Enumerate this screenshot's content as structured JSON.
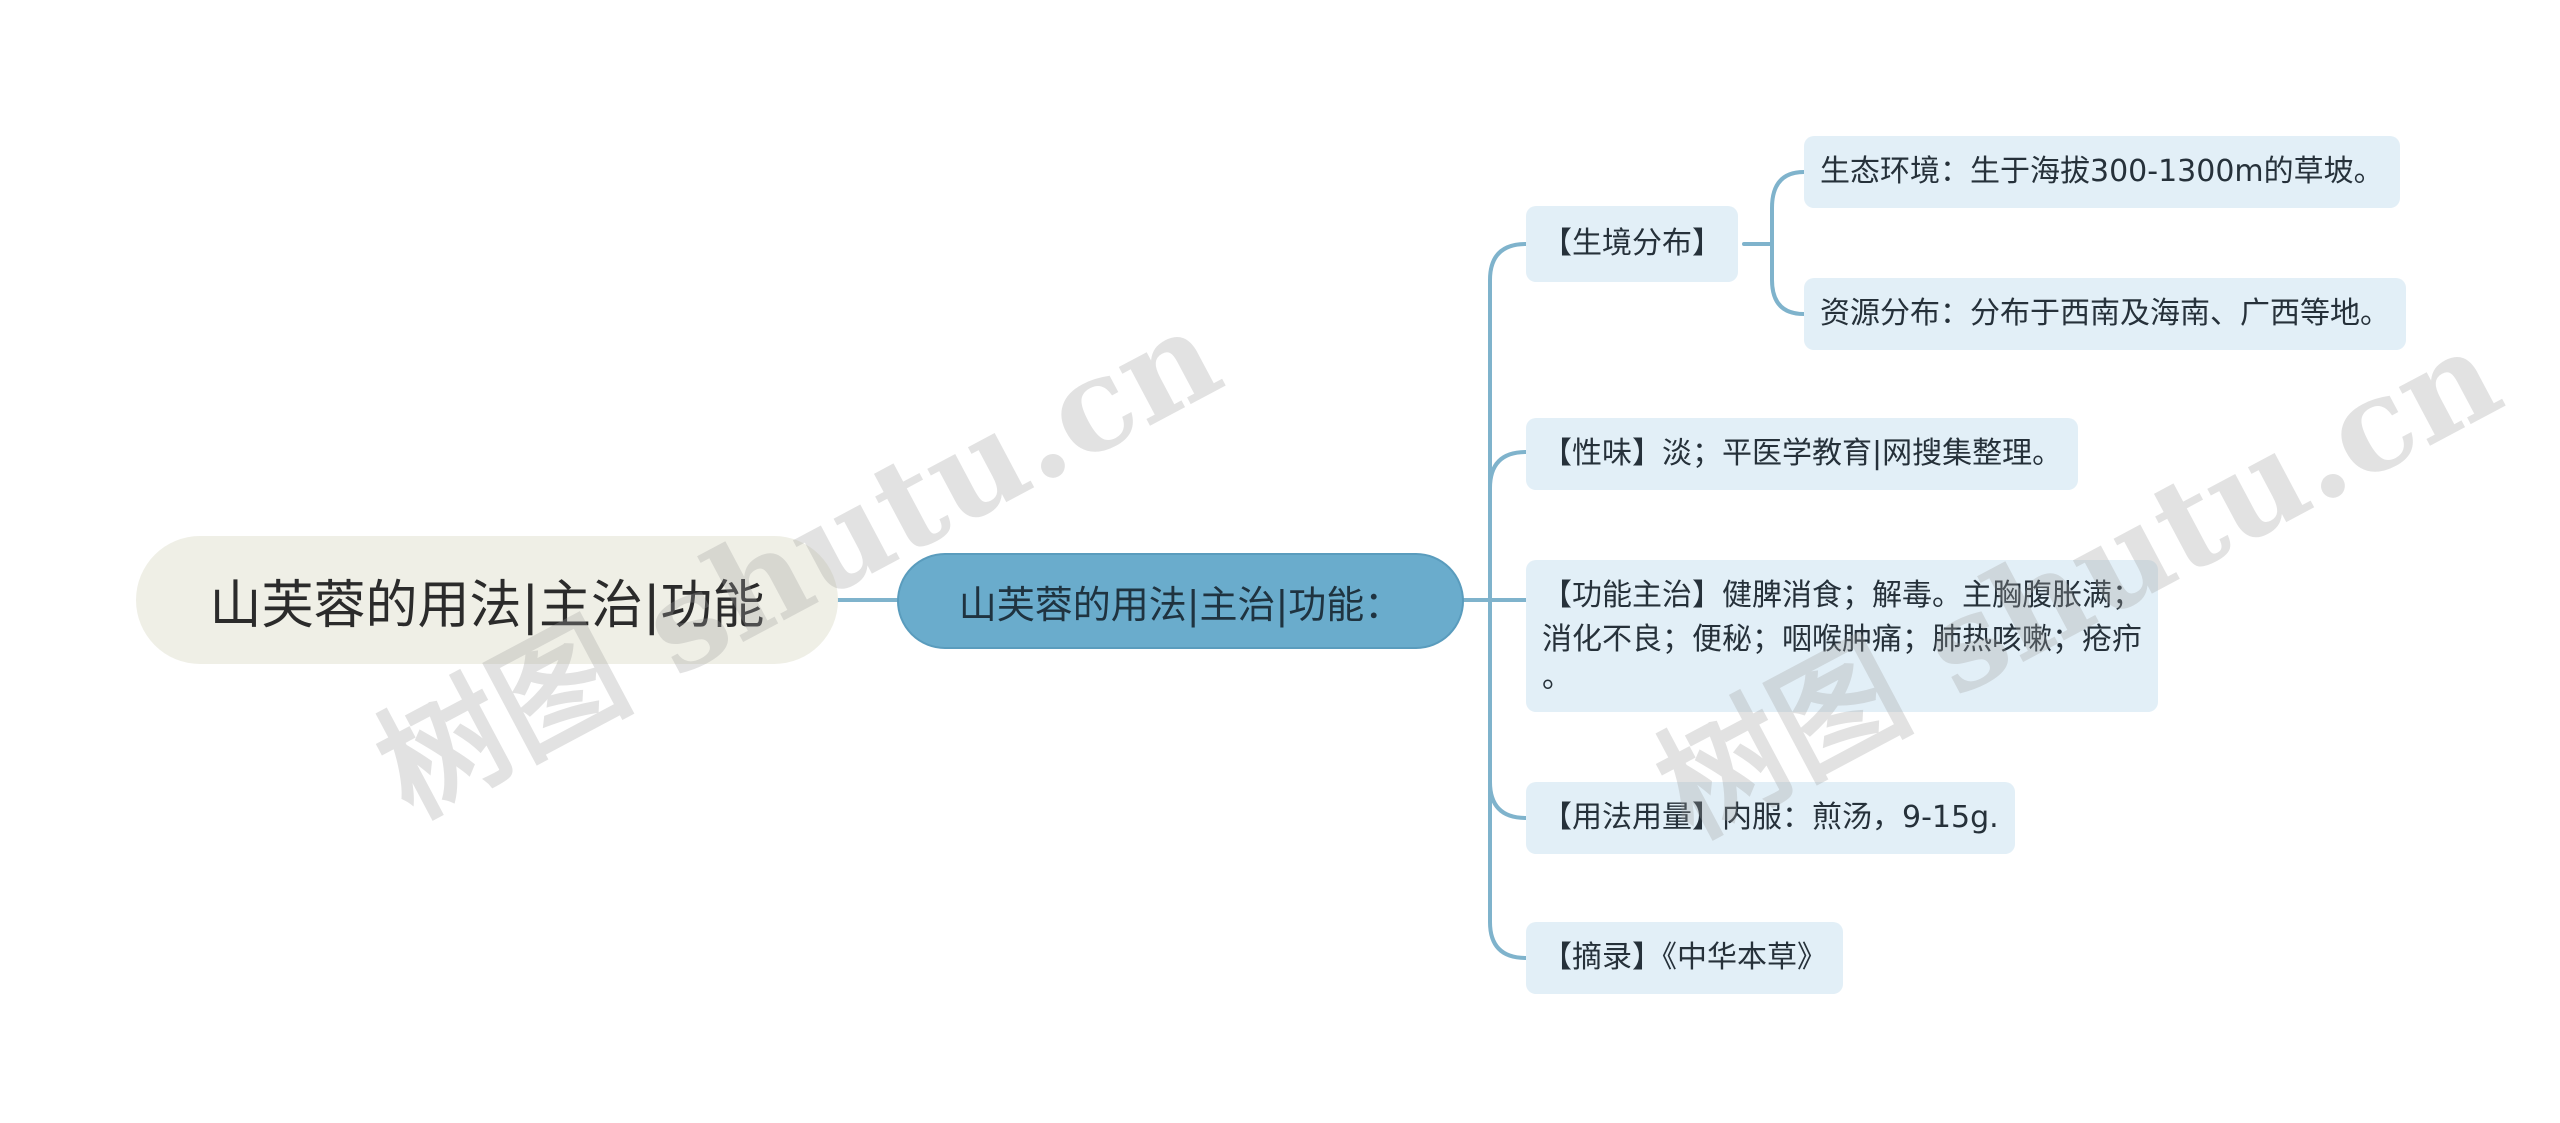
{
  "root": {
    "label": "山芙蓉的用法|主治|功能"
  },
  "center": {
    "label": "山芙蓉的用法|主治|功能："
  },
  "branches": [
    {
      "label": "【生境分布】"
    },
    {
      "label": "【性味】淡；平医学教育|网搜集整理。"
    },
    {
      "line1": "【功能主治】健脾消食；解毒。主胸腹胀满；",
      "line2": "消化不良；便秘；咽喉肿痛；肺热咳嗽；疮疖",
      "line3": "。"
    },
    {
      "label": "【用法用量】内服：煎汤，9-15g."
    },
    {
      "label": "【摘录】《中华本草》"
    }
  ],
  "sub_branches": [
    {
      "label": "生态环境：生于海拔300-1300m的草坡。"
    },
    {
      "label": "资源分布：分布于西南及海南、广西等地。"
    }
  ],
  "watermarks": [
    "树图 shutu.cn",
    "树图 shutu.cn"
  ],
  "colors": {
    "link": "#7fb3cc",
    "center": "#6aaccc",
    "leaf": "#e2eff7",
    "root": "#efefe6"
  }
}
